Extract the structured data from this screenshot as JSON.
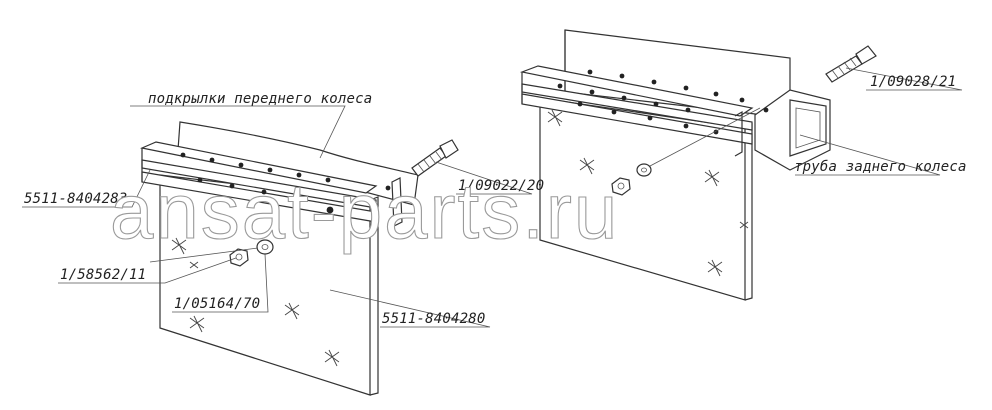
{
  "labels": {
    "front_wheel_mudguards": "подкрылки переднего колеса",
    "part_8404283": "5511-8404283",
    "part_58562": "1/58562/11",
    "part_05164": "1/05164/70",
    "part_8404280": "5511-8404280",
    "part_09022": "1/09022/20",
    "part_09028": "1/09028/21",
    "rear_wheel_tube": "труба заднего колеса"
  },
  "watermark": "ansat-parts.ru"
}
